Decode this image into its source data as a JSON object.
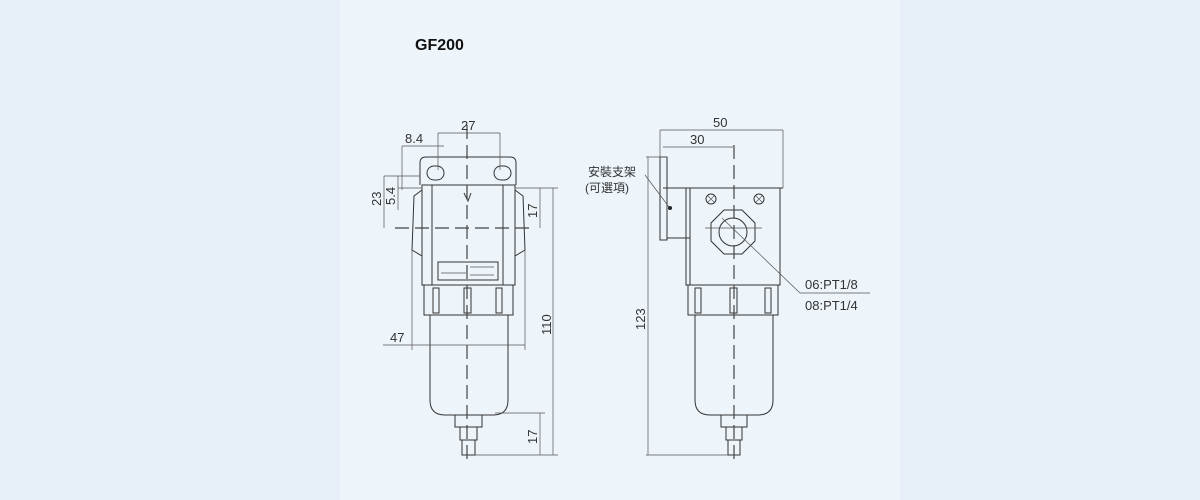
{
  "title": "GF200",
  "front_view": {
    "dimensions": {
      "top_width": "27",
      "slot_offset": "8.4",
      "bracket_height": "23",
      "slot_height": "5.4",
      "port_height": "17",
      "total_height": "110",
      "body_width": "47",
      "drain_height": "17"
    }
  },
  "side_view": {
    "dimensions": {
      "overall_width": "50",
      "bracket_depth": "30",
      "overall_height": "123"
    },
    "bracket_note": [
      "安裝支架",
      "(可選項)"
    ],
    "port_specs": [
      "06:PT1/8",
      "08:PT1/4"
    ]
  }
}
